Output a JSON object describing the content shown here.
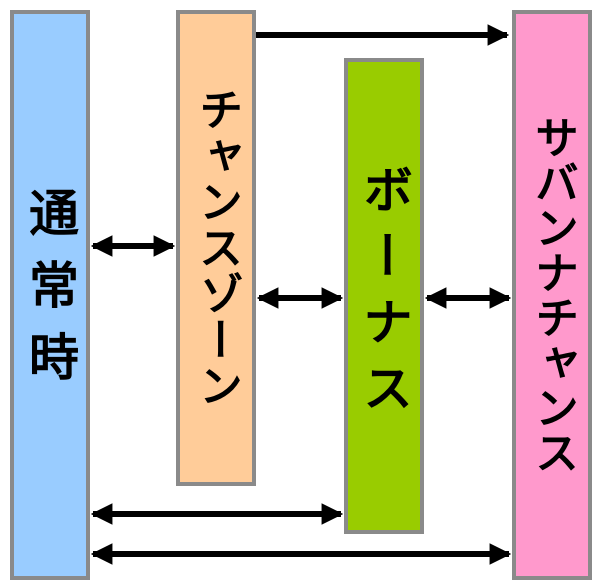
{
  "states": {
    "normal": {
      "label": "通常時",
      "color": "#99ccff"
    },
    "chance_zone": {
      "label": "チャンスゾーン",
      "color": "#ffcc99"
    },
    "bonus": {
      "label": "ボーナス",
      "color": "#99cc00"
    },
    "savanna_chance": {
      "label": "サバンナチャンス",
      "color": "#ff99cc"
    }
  },
  "colors": {
    "border": "#8a8a8a",
    "arrow": "#000000"
  }
}
